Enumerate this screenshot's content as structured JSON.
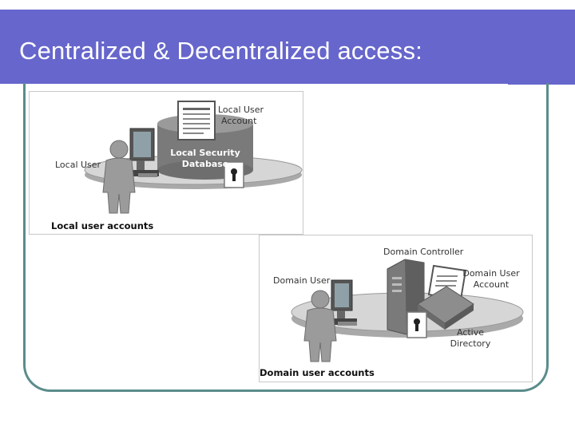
{
  "slide": {
    "title": "Centralized & Decentralized access:"
  },
  "local": {
    "account_line1": "Local User",
    "account_line2": "Account",
    "db_line1": "Local Security",
    "db_line2": "Database",
    "user_label": "Local User",
    "caption": "Local user accounts"
  },
  "domain": {
    "controller_label": "Domain Controller",
    "user_label": "Domain User",
    "account_line1": "Domain User",
    "account_line2": "Account",
    "ad_line1": "Active",
    "ad_line2": "Directory",
    "caption": "Domain user accounts"
  },
  "colors": {
    "title_bar": "#6666cc",
    "frame": "#5b8c8c"
  },
  "icons": [
    "person-icon",
    "computer-icon",
    "document-icon",
    "lock-icon",
    "server-icon",
    "laptop-icon",
    "database-icon"
  ]
}
